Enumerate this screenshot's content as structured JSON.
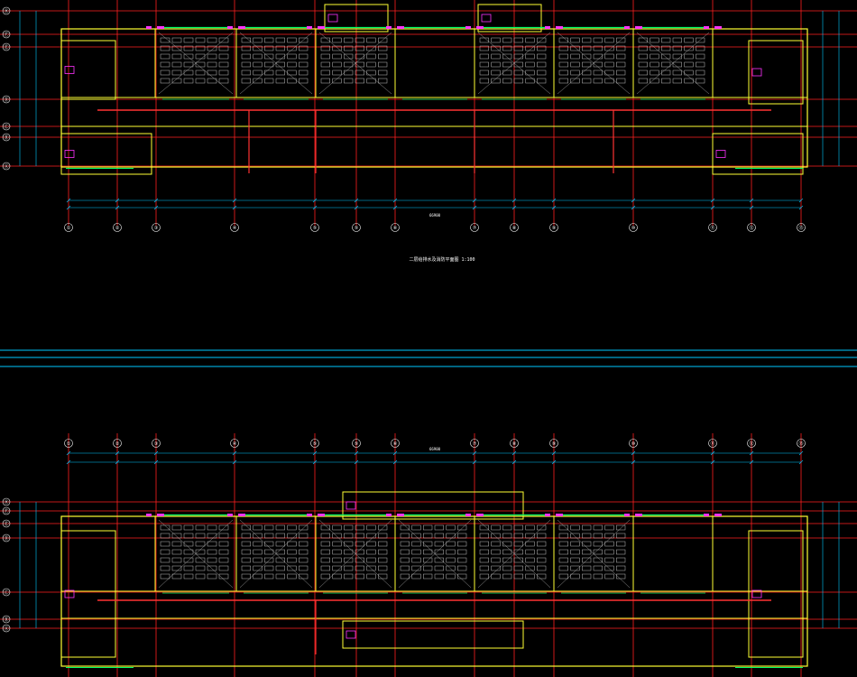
{
  "drawing": {
    "background": "#000000",
    "colors": {
      "axis": "#ff2020",
      "dim": "#00c8ff",
      "wall": "#ffff33",
      "window": "#00ff66",
      "door": "#ff33ff",
      "desk": "#c0c0c0",
      "pipe": "#ff3333",
      "text_white": "#ffffff",
      "text_yellow": "#ffff33",
      "text_cyan": "#00ffff",
      "text_green": "#33ff66"
    },
    "upper_plan": {
      "column_labels": [
        "①",
        "②",
        "③",
        "④",
        "⑤",
        "⑥",
        "⑦",
        "⑧",
        "⑨",
        "⑩",
        "⑪",
        "⑫",
        "⑬"
      ],
      "row_labels": [
        "Ⓗ",
        "Ⓕ",
        "Ⓔ",
        "Ⓓ",
        "Ⓒ",
        "Ⓑ",
        "Ⓐ"
      ],
      "title": "二层给排水及消防平面图 1:100",
      "total_dim": "66900"
    },
    "lower_plan": {
      "column_labels": [
        "①",
        "②",
        "③",
        "④",
        "⑤",
        "⑥",
        "⑦",
        "⑧",
        "⑨",
        "⑩",
        "⑪",
        "⑫",
        "⑬"
      ],
      "row_labels": [
        "Ⓗ",
        "Ⓕ",
        "Ⓔ",
        "Ⓓ",
        "Ⓒ",
        "Ⓑ",
        "Ⓐ"
      ],
      "total_dim": "66900"
    }
  }
}
